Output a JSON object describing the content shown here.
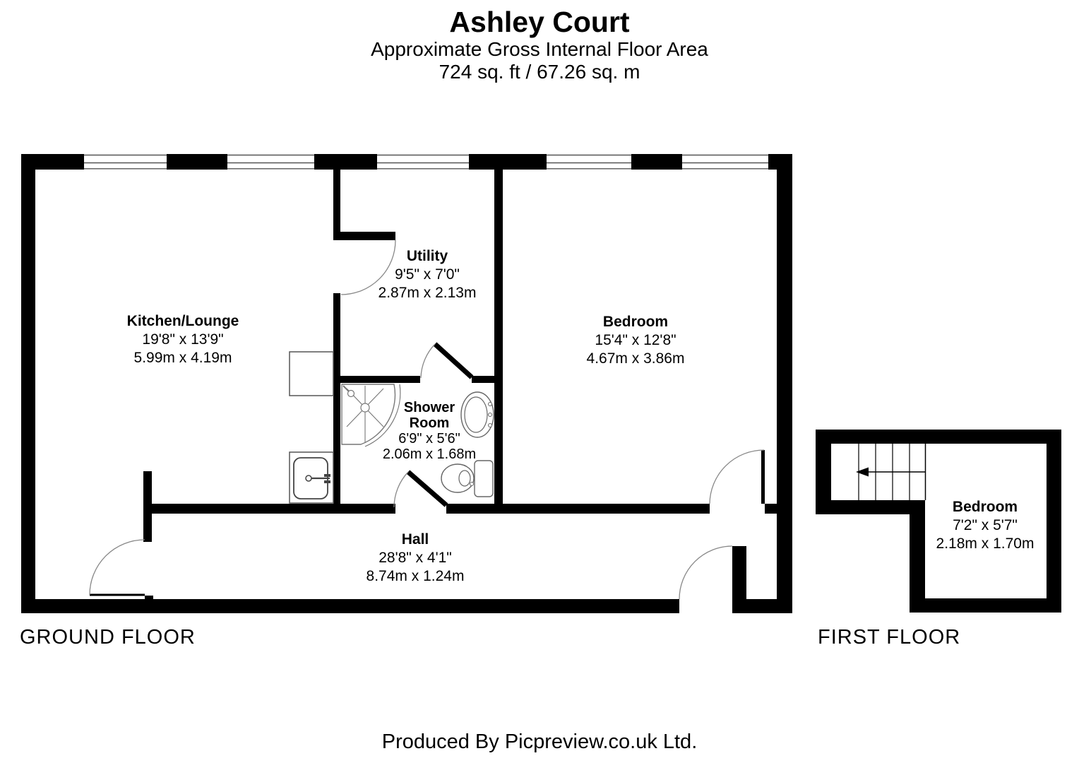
{
  "header": {
    "title": "Ashley Court",
    "subtitle": "Approximate Gross Internal Floor Area",
    "area": "724 sq. ft / 67.26 sq. m"
  },
  "floors": {
    "ground_label": "GROUND FLOOR",
    "first_label": "FIRST FLOOR"
  },
  "rooms": {
    "kitchen_lounge": {
      "name": "Kitchen/Lounge",
      "imperial": "19'8\" x 13'9\"",
      "metric": "5.99m x 4.19m"
    },
    "utility": {
      "name": "Utility",
      "imperial": "9'5\" x 7'0\"",
      "metric": "2.87m x 2.13m"
    },
    "bedroom_ground": {
      "name": "Bedroom",
      "imperial": "15'4\" x 12'8\"",
      "metric": "4.67m x 3.86m"
    },
    "shower_room": {
      "name_line1": "Shower",
      "name_line2": "Room",
      "imperial": "6'9\" x 5'6\"",
      "metric": "2.06m x 1.68m"
    },
    "hall": {
      "name": "Hall",
      "imperial": "28'8\" x 4'1\"",
      "metric": "8.74m x 1.24m"
    },
    "bedroom_first": {
      "name": "Bedroom",
      "imperial": "7'2\" x 5'7\"",
      "metric": "2.18m x 1.70m"
    }
  },
  "footer": {
    "credit": "Produced By Picpreview.co.uk Ltd."
  },
  "colors": {
    "wall": "#000000",
    "thin_line": "#777777",
    "background": "#ffffff"
  }
}
